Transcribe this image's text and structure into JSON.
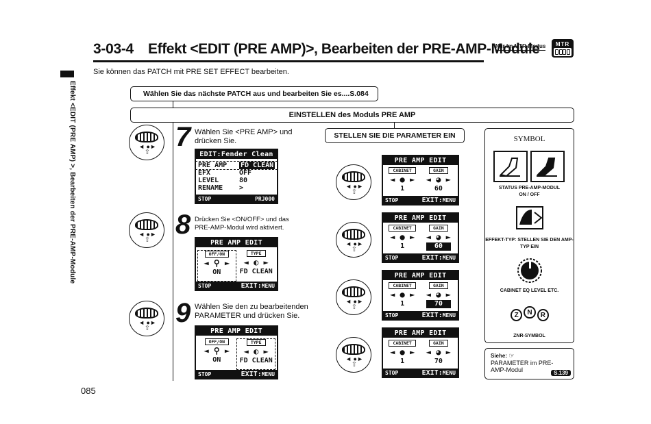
{
  "header": {
    "section_number": "3-03-4",
    "title": "Effekt <EDIT (PRE AMP)>, Bearbeiten der PRE-AMP-Module",
    "mode_note": "Nur Im MTR-Modus",
    "mode_badge": "MTR"
  },
  "side_label": "Effekt <EDIT (PRE AMP) >, Bearbeiten der PRE-AMP-Module",
  "page_number": "085",
  "intro": "Sie können das PATCH mit PRE SET EFFECT bearbeiten.",
  "flow": {
    "patch_box": "Wählen Sie das nächste PATCH aus und bearbeiten Sie es....S.084",
    "edit_box": "EINSTELLEN des Moduls PRE AMP",
    "param_box": "STELLEN SIE DIE PARAMETER EIN"
  },
  "steps": [
    {
      "num": "7",
      "text": "Wählen Sie <PRE AMP> und drücken Sie."
    },
    {
      "num": "8",
      "text": "Drücken Sie <ON/OFF> und das PRE-AMP-Modul wird aktiviert."
    },
    {
      "num": "9",
      "text": "Wählen Sie den zu bearbeitenden PARAMETER und drücken Sie."
    }
  ],
  "lcd_edit": {
    "header": "EDIT:Fender Clean",
    "rows": [
      {
        "k": "PRE AMP",
        "v": "FD CLEAN"
      },
      {
        "k": "EFX",
        "v": "OFF"
      },
      {
        "k": "LEVEL",
        "v": "80"
      },
      {
        "k": "RENAME",
        "v": ">"
      }
    ],
    "foot_left": "STOP",
    "foot_right": "PRJ000"
  },
  "lcd_preamp": {
    "header": "PRE AMP EDIT",
    "left_label": "OFF/ON",
    "right_label": "TYPE",
    "left_value": "ON",
    "right_value": "FD CLEAN",
    "foot_left": "STOP",
    "foot_exit": "EXIT:",
    "foot_menu": "MENU"
  },
  "lcd_params": {
    "header": "PRE AMP EDIT",
    "left_label": "CABINET",
    "right_label": "GAIN",
    "left_value": "1",
    "values": [
      "60",
      "60",
      "70",
      "70"
    ],
    "foot_left": "STOP",
    "foot_exit": "EXIT:",
    "foot_menu": "MENU"
  },
  "symbols": {
    "title": "SYMBOL",
    "status_caption": "STATUS PRE-AMP-MODUL",
    "status_sub": "ON   /   OFF",
    "type_caption": "EFFEKT-TYP: STELLEN SIE DEN AMP-TYP EIN",
    "cabinet_caption": "CABINET EQ LEVEL ETC.",
    "znr_caption": "ZNR-SYMBOL",
    "znr_letters": [
      "Z",
      "N",
      "R"
    ]
  },
  "reference": {
    "label": "Siehe:",
    "text": "PARAMETER im PRE-AMP-Modul",
    "page": "S.139"
  }
}
